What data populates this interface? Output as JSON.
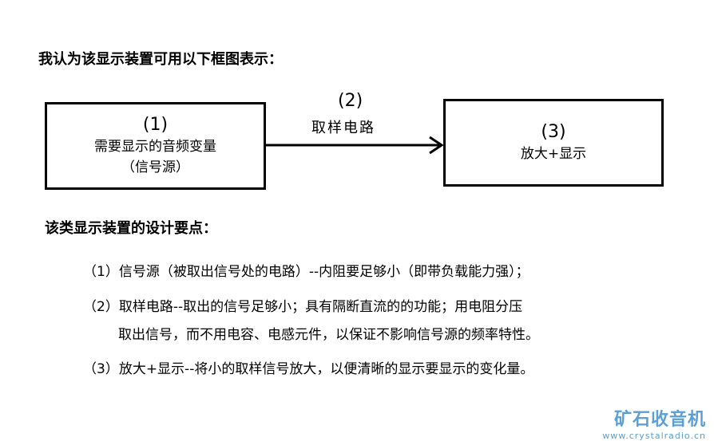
{
  "intro": "我认为该显示装置可用以下框图表示：",
  "box1": {
    "number": "(1)",
    "line1": "需要显示的音频变量",
    "line2": "（信号源）"
  },
  "arrow": {
    "number": "(2)",
    "label": "取样电路"
  },
  "box3": {
    "number": "(3)",
    "label": "放大+显示"
  },
  "points": {
    "title": "该类显示装置的设计要点：",
    "p1": "（1）信号源（被取出信号处的电路）--内阻要足够小（即带负载能力强）；",
    "p2_line1": "（2）取样电路--取出的信号足够小；具有隔断直流的的功能；用电阻分压",
    "p2_line2": "取出信号，而不用电容、电感元件，以保证不影响信号源的频率特性。",
    "p3": "（3）放大+显示--将小的取样信号放大，以便清晰的显示要显示的变化量。"
  },
  "watermark": {
    "main": "矿石收音机",
    "sub": "www.crystalradio.cn"
  }
}
